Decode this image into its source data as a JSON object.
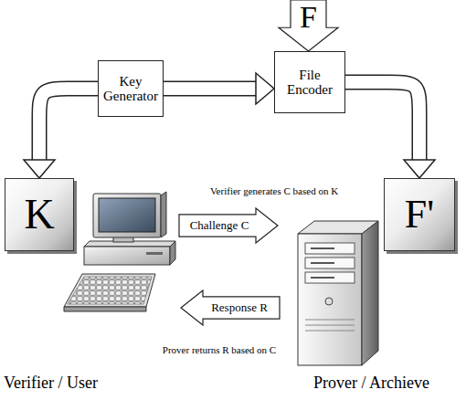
{
  "diagram": {
    "nodes": [
      {
        "text": [
          "F"
        ]
      },
      {
        "text": [
          "Key Generator"
        ]
      },
      {
        "text": [
          "File Encoder"
        ]
      },
      {
        "text": [
          "K"
        ]
      },
      {
        "text": [
          "Challenge C"
        ]
      },
      {
        "text": [
          "F'"
        ]
      },
      {
        "text": [
          "Response R"
        ]
      }
    ],
    "edges": [
      {
        "from": 1,
        "to": 2,
        "arrow": "to"
      },
      {
        "from": 1,
        "to": 3,
        "arrow": "to"
      },
      {
        "from": 2,
        "to": 5,
        "arrow": "to"
      }
    ],
    "labels": [
      "Verifier generates C based on K",
      "Prover returns R based on C",
      "Verifier / User",
      "Prover / Archieve"
    ]
  }
}
